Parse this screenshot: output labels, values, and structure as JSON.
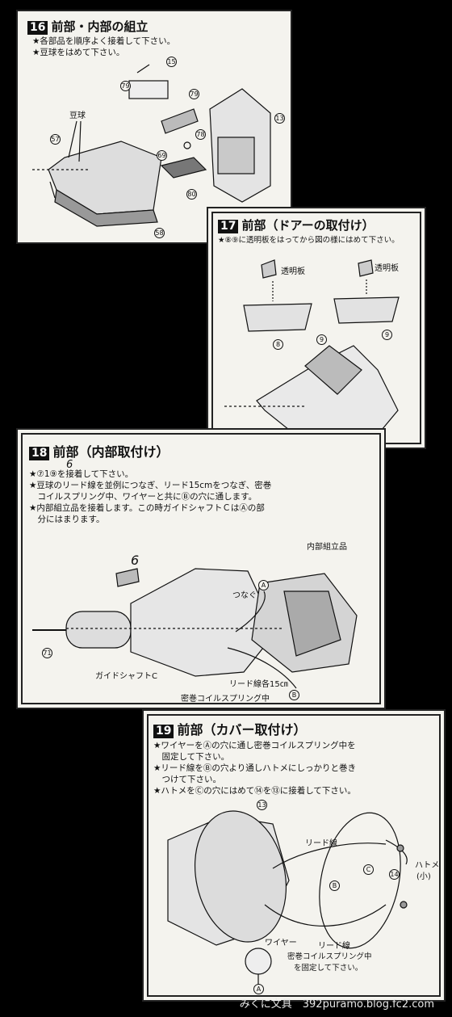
{
  "step16": {
    "number": "16",
    "title": "前部・内部の組立",
    "lines": [
      "★各部品を順序よく接着して下さい。",
      "★豆球をはめて下さい。"
    ],
    "labels": {
      "bulb": "豆球"
    },
    "parts": [
      "15",
      "79",
      "79",
      "13",
      "57",
      "69",
      "78",
      "80",
      "58"
    ]
  },
  "step17": {
    "number": "17",
    "title": "前部（ドアーの取付け）",
    "lines": [
      "★⑧⑨に透明板をはってから図の様にはめて下さい。"
    ],
    "labels": {
      "clear_a": "透明板",
      "clear_b": "透明板"
    },
    "parts": [
      "8",
      "9",
      "9"
    ]
  },
  "step18": {
    "number": "18",
    "title": "前部（内部取付け）",
    "lines": [
      "★⑦1⑨を接着して下さい。",
      "★豆球のリード線を並例につなぎ、リード15cmをつなぎ、密巻",
      "　コイルスプリング中、ワイヤーと共にⒷの穴に通します。",
      "★内部組立品を接着します。この時ガイドシャフトＣはⒶの部",
      "　分にはまります。"
    ],
    "handwritten": [
      "6",
      "6"
    ],
    "labels": {
      "inner": "内部組立品",
      "connect": "つなぐ",
      "a": "A",
      "shaft": "ガイドシャフトC",
      "lead": "リード線各15㎝",
      "b": "B",
      "spring": "密巻コイルスプリング中",
      "part71": "71"
    }
  },
  "step19": {
    "number": "19",
    "title": "前部（カバー取付け）",
    "lines": [
      "★ワイヤーをⒶの穴に通し密巻コイルスプリング中を",
      "　固定して下さい。",
      "★リード線をⒷの穴より通しハトメにしっかりと巻き",
      "　つけて下さい。",
      "★ハトメをⒸの穴にはめて⑭を⑬に接着して下さい。"
    ],
    "labels": {
      "part13": "13",
      "lead_top": "リード線",
      "hatome": "ハトメ",
      "small": "(小)",
      "c": "C",
      "part14": "14",
      "b": "B",
      "wire": "ワイヤー",
      "lead_bottom": "リード線",
      "note1": "密巻コイルスプリング中",
      "note2": "を固定して下さい。",
      "a": "A"
    }
  },
  "footer": "みくに文具　392puramo.blog.fc2.com"
}
